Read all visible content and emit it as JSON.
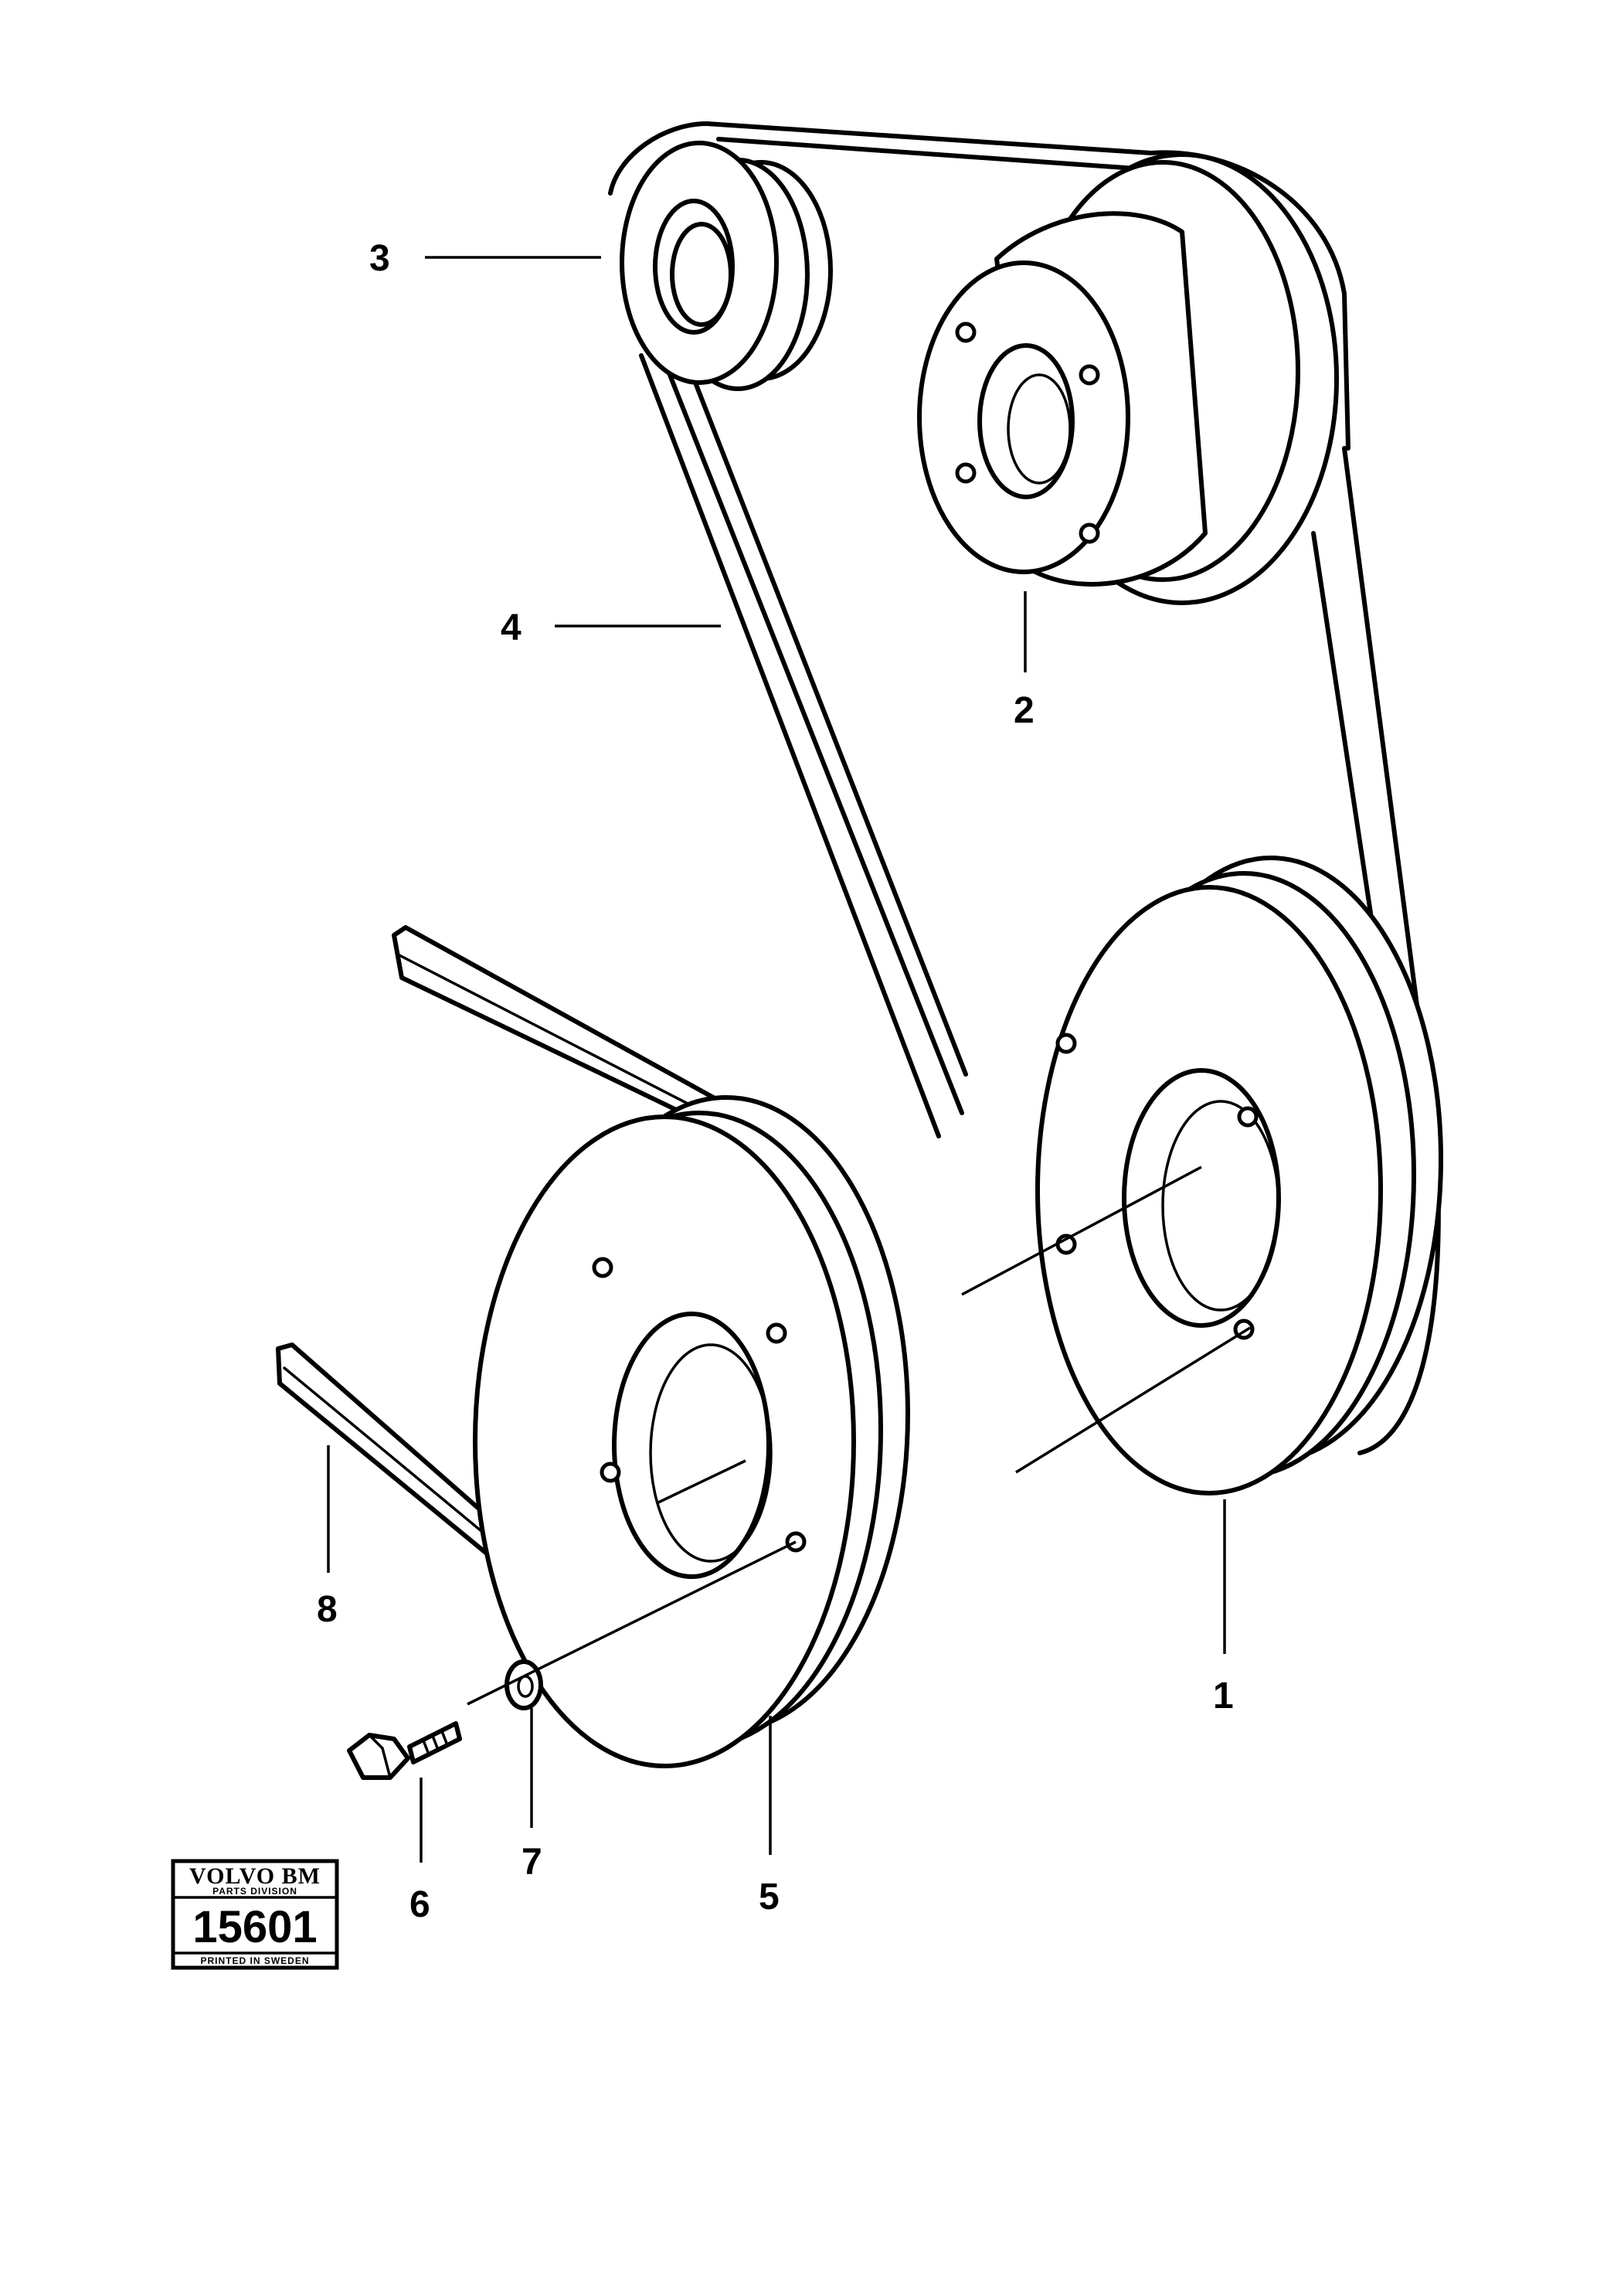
{
  "callouts": {
    "c1": "1",
    "c2": "2",
    "c3": "3",
    "c4": "4",
    "c5": "5",
    "c6": "6",
    "c7": "7",
    "c8": "8"
  },
  "stamp": {
    "brand": "VOLVO BM",
    "division": "PARTS DIVISION",
    "number": "15601",
    "printed": "PRINTED IN SWEDEN"
  }
}
